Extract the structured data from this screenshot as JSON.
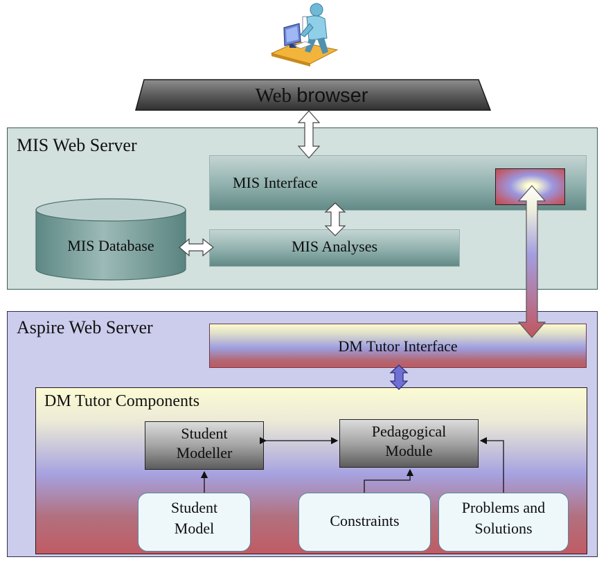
{
  "header": {
    "browser_label_part1": "Web",
    "browser_label_part2": "browser"
  },
  "mis_server": {
    "title": "MIS Web Server",
    "interface_label": "MIS Interface",
    "analyses_label": "MIS Analyses",
    "database_label": "MIS Database"
  },
  "aspire_server": {
    "title": "Aspire Web Server",
    "interface_label": "DM Tutor Interface",
    "components": {
      "title": "DM Tutor Components",
      "student_modeller": [
        "Student",
        "Modeller"
      ],
      "pedagogical_module": [
        "Pedagogical",
        "Module"
      ],
      "student_model": [
        "Student",
        "Model"
      ],
      "constraints": "Constraints",
      "problems_solutions": [
        "Problems and",
        "Solutions"
      ]
    }
  },
  "colors": {
    "mis_panel": "#d2e0de",
    "aspire_panel": "#ccccec",
    "teal_box": "#8fb0ad",
    "dark_box": "#a4a4a4",
    "connector_purple": "#6f6fd4"
  },
  "icons": {
    "user": "user-at-computer-icon"
  }
}
